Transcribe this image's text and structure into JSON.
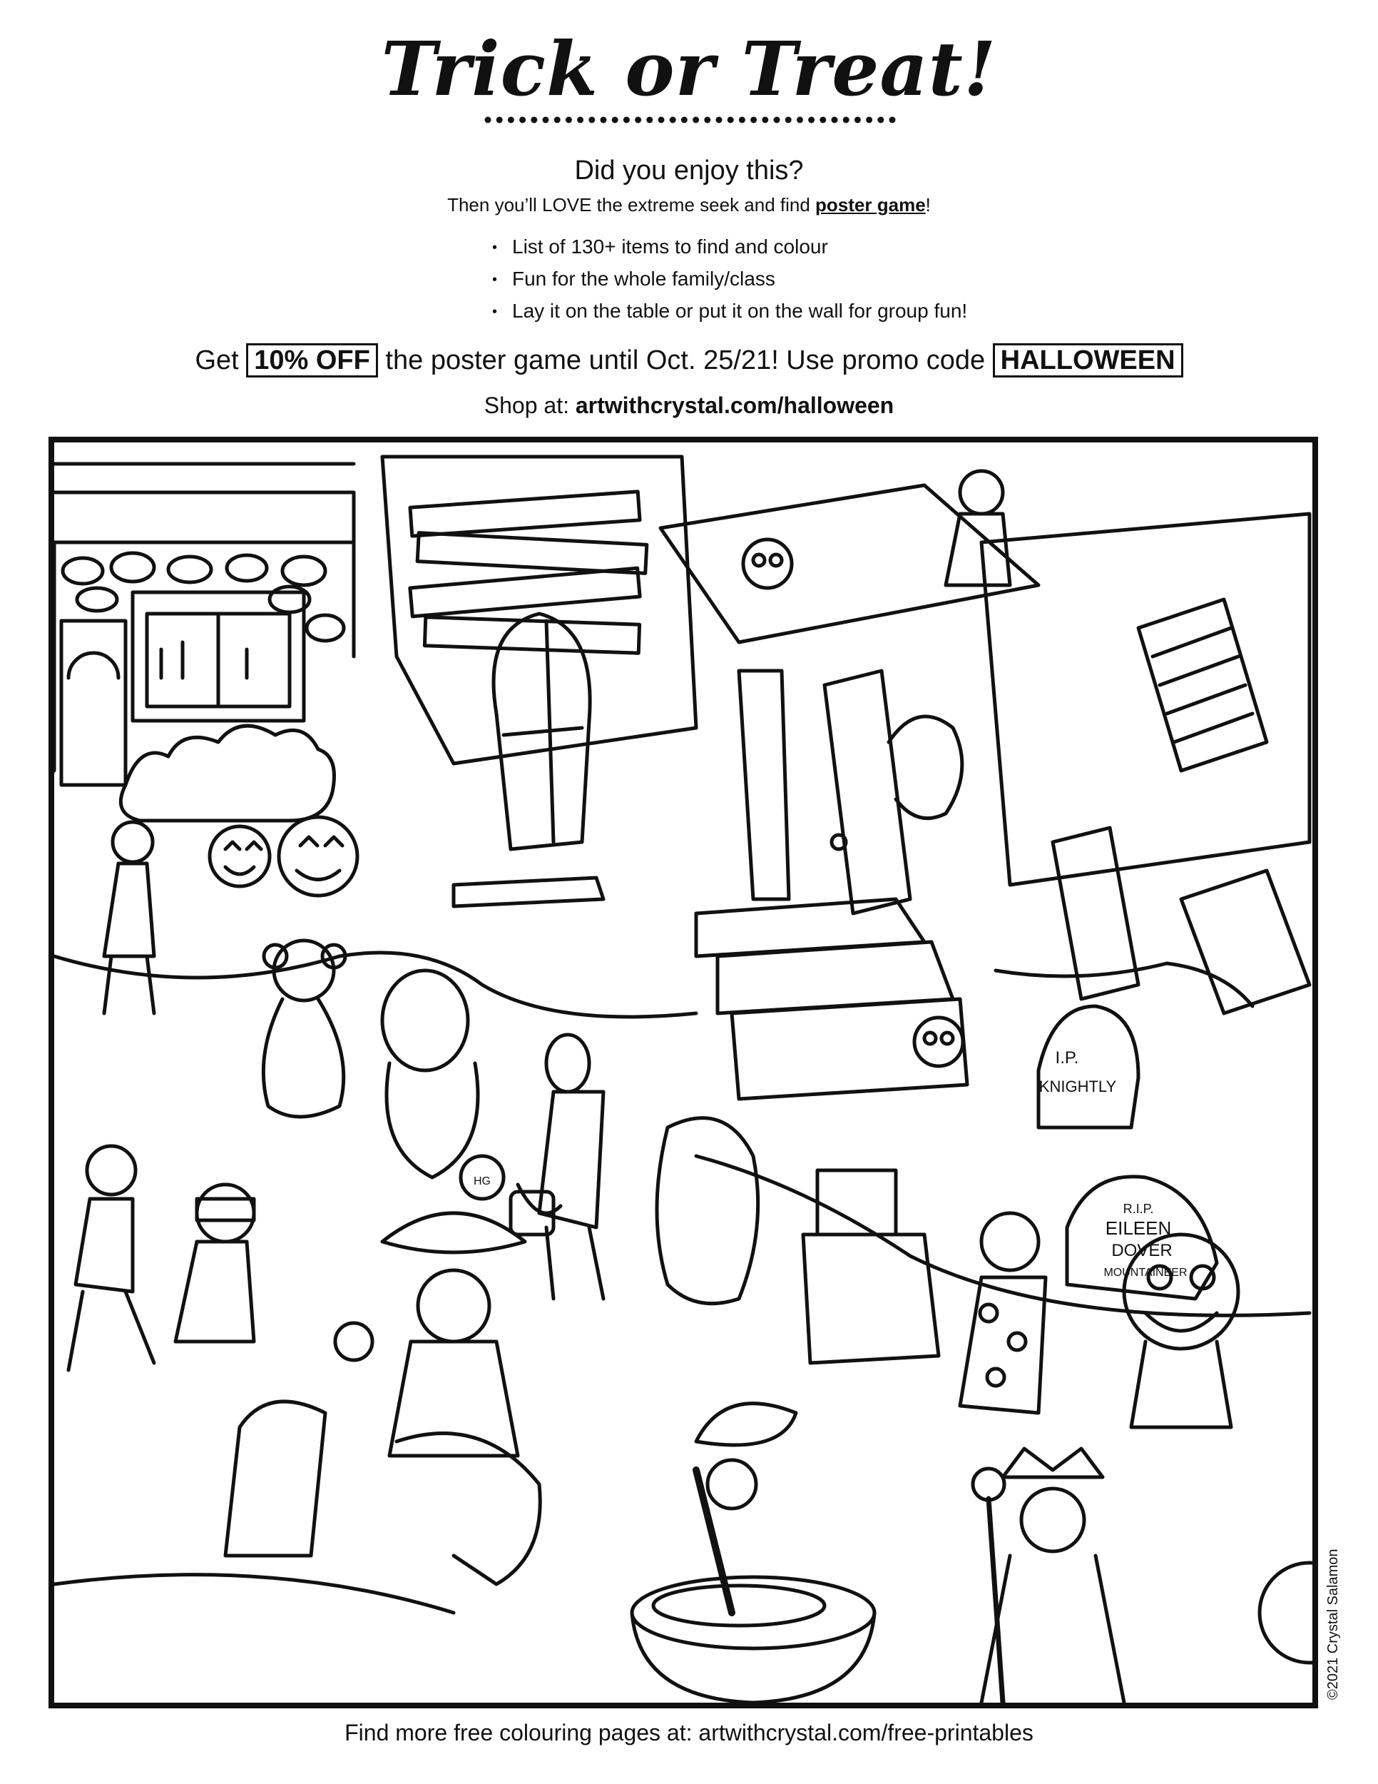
{
  "header": {
    "title": "Trick or Treat!",
    "question": "Did you enjoy this?",
    "promo_prefix": "Then you’ll LOVE the extreme seek and find ",
    "promo_link": "poster game",
    "promo_suffix": "!"
  },
  "bullets": [
    "List of 130+ items to find and colour",
    "Fun for the whole family/class",
    "Lay it on the table or put it on the wall for group fun!"
  ],
  "offer": {
    "prefix": "Get ",
    "discount": "10% OFF",
    "middle": " the poster game until Oct. 25/21! Use promo code ",
    "code": "HALLOWEEN"
  },
  "shop": {
    "label": "Shop at: ",
    "url": "artwithcrystal.com/halloween"
  },
  "illustration": {
    "tombstone_1": [
      "I.P.",
      "KNIGHTLY"
    ],
    "tombstone_2": [
      "R.I.P.",
      "EILEEN",
      "DOVER",
      "MOUNTAINEER"
    ],
    "bag_label": "HG"
  },
  "credit": "©2021 Crystal Salamon",
  "footer": "Find more free colouring pages at: artwithcrystal.com/free-printables"
}
